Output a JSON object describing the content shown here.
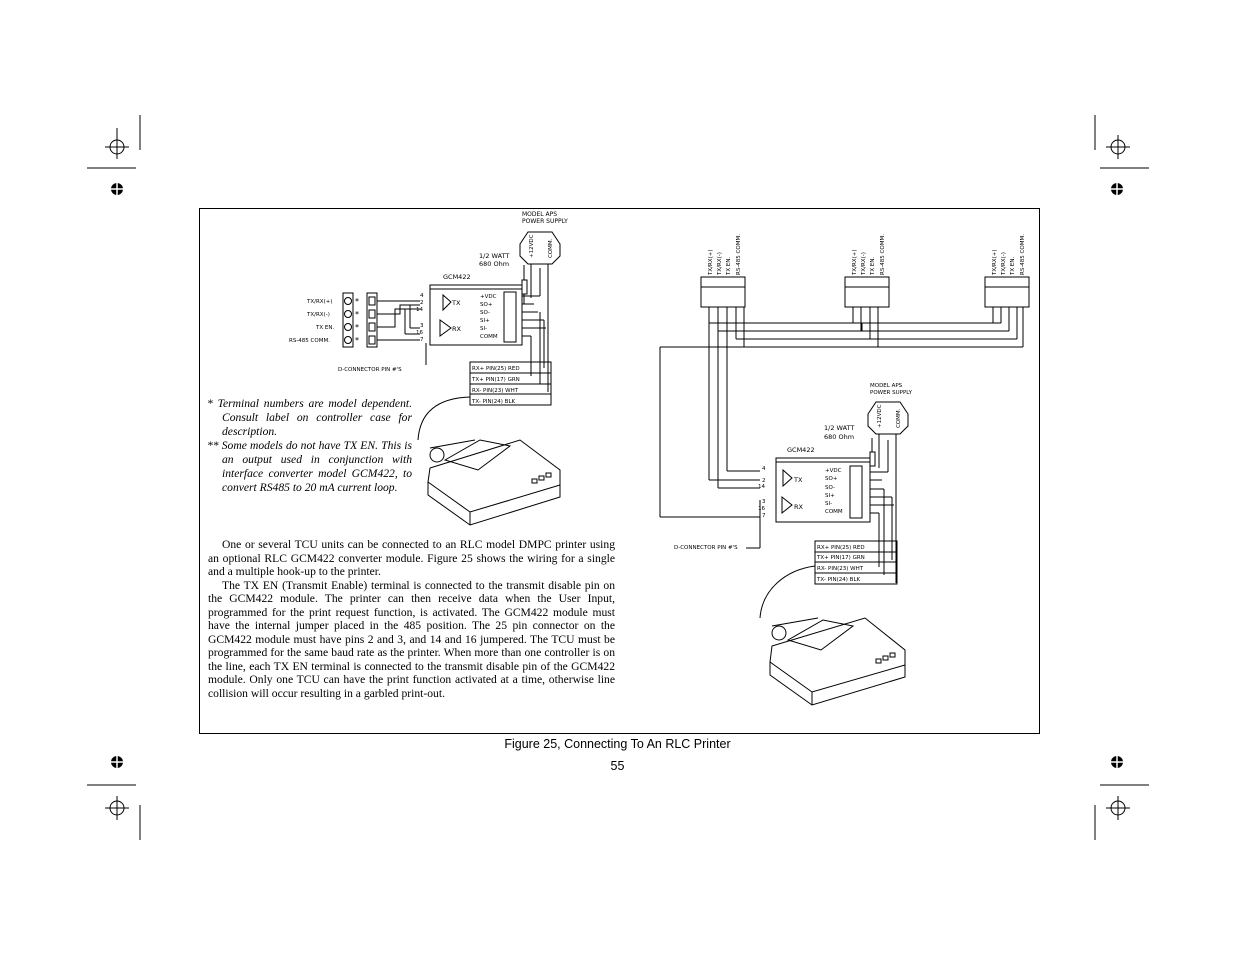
{
  "labels": {
    "psu_title_1": "MODEL APS",
    "psu_title_2": "POWER SUPPLY",
    "psu_pos": "+12VDC",
    "psu_comm": "COMM.",
    "watt": "1/2 WATT",
    "ohm": "680 Ohm",
    "gcm": "GCM422",
    "tx": "TX",
    "rx": "RX",
    "term_txrx_p": "TX/RX(+)",
    "term_txrx_n": "TX/RX(-)",
    "term_txen": "TX EN.",
    "term_rs485": "RS-485 COMM.",
    "pin_4": "4",
    "pin_2": "2",
    "pin_14": "14",
    "pin_3": "3",
    "pin_16": "16",
    "pin_7": "7",
    "gcm_vdc": "+VDC",
    "gcm_so_p": "SO+",
    "gcm_so_n": "SO-",
    "gcm_si_p": "SI+",
    "gcm_si_n": "SI-",
    "gcm_comm": "COMM",
    "dconn": "D-CONNECTOR PIN #'S",
    "wire_rx_p": "RX+ PIN(25) RED",
    "wire_tx_p": "TX+ PIN(17) GRN",
    "wire_rx_n": "RX- PIN(23) WHT",
    "wire_tx_n": "TX- PIN(24) BLK"
  },
  "notes": {
    "note1": "* Terminal numbers are model dependent. Consult label on controller case for description.",
    "note2": "** Some models do not have TX EN. This is an output used in conjunction with interface converter model GCM422, to convert RS485 to 20 mA current loop."
  },
  "body": {
    "p1": "One or several TCU units can be connected to an RLC model DMPC printer using an optional RLC GCM422 converter module. Figure 25 shows the wiring for a single and a multiple hook-up to the printer.",
    "p2": "The TX EN (Transmit Enable) terminal is connected to the transmit disable pin on the GCM422 module. The printer can then receive data when the User Input, programmed for the print request function, is activated. The GCM422 module must have the internal jumper placed in the 485 position. The 25 pin connector on the GCM422 module must have pins 2 and 3, and 14 and 16 jumpered. The TCU must be programmed for the same baud rate as the printer. When more than one controller is on the line, each TX EN terminal is connected to the transmit disable pin of the GCM422 module. Only one TCU can have the print function activated at a time, otherwise line collision will occur resulting in a garbled print-out."
  },
  "caption": "Figure 25, Connecting To An RLC Printer",
  "page_number": "55"
}
